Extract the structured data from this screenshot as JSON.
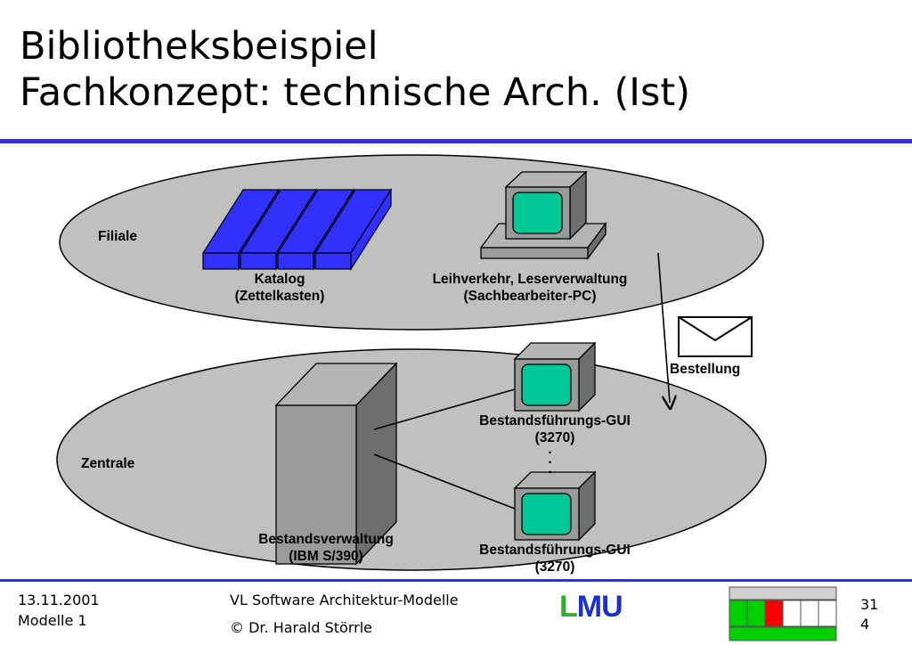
{
  "title": {
    "line1": "Bibliotheksbeispiel",
    "line2": "Fachkonzept: technische Arch. (Ist)"
  },
  "diagram": {
    "filiale": {
      "label": "Filiale",
      "katalog": {
        "line1": "Katalog",
        "line2": "(Zettelkasten)"
      },
      "pc": {
        "line1": "Leihverkehr, Leserverwaltung",
        "line2": "(Sachbearbeiter-PC)"
      }
    },
    "message": {
      "label": "Bestellung"
    },
    "zentrale": {
      "label": "Zentrale",
      "host": {
        "line1": "Bestandsverwaltung",
        "line2": "(IBM S/390)"
      },
      "terminal1": {
        "line1": "Bestandsführungs-GUI",
        "line2": "(3270)"
      },
      "terminal2": {
        "line1": "Bestandsführungs-GUI",
        "line2": "(3270)"
      },
      "ellipsis": "·\n·\n·"
    }
  },
  "footer": {
    "date": "13.11.2001",
    "module": "Modelle 1",
    "course": "VL Software Architektur-Modelle",
    "author": "© Dr. Harald Störrle",
    "logo": "LMU",
    "page_number": "31",
    "page_sub": "4"
  },
  "progress": {
    "total": 6,
    "completed": 2,
    "current": 3
  },
  "colors": {
    "rule": "#3333cc",
    "ellipse": "#c0c0c0",
    "book": "#3030ff",
    "screen": "#00c896",
    "device": "#9a9a9a",
    "logo_green": "#33aa33",
    "logo_blue": "#1a2fd0",
    "progress_done": "#00d000",
    "progress_current": "#ff0000"
  }
}
